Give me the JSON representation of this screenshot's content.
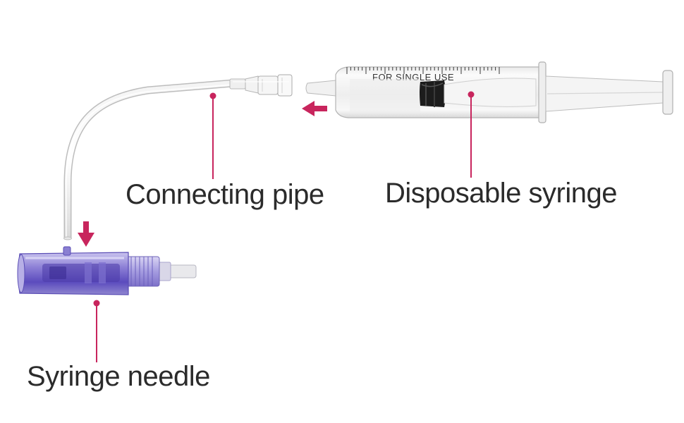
{
  "labels": {
    "connecting_pipe": "Connecting pipe",
    "disposable_syringe": "Disposable syringe",
    "syringe_needle": "Syringe needle"
  },
  "syringe_barrel_text": "FOR SINGLE USE",
  "colors": {
    "callout": "#c8255d",
    "label_text": "#2b2b2b",
    "needle_body": "#6a5acd",
    "plunger_seal": "#1c1c1c"
  }
}
